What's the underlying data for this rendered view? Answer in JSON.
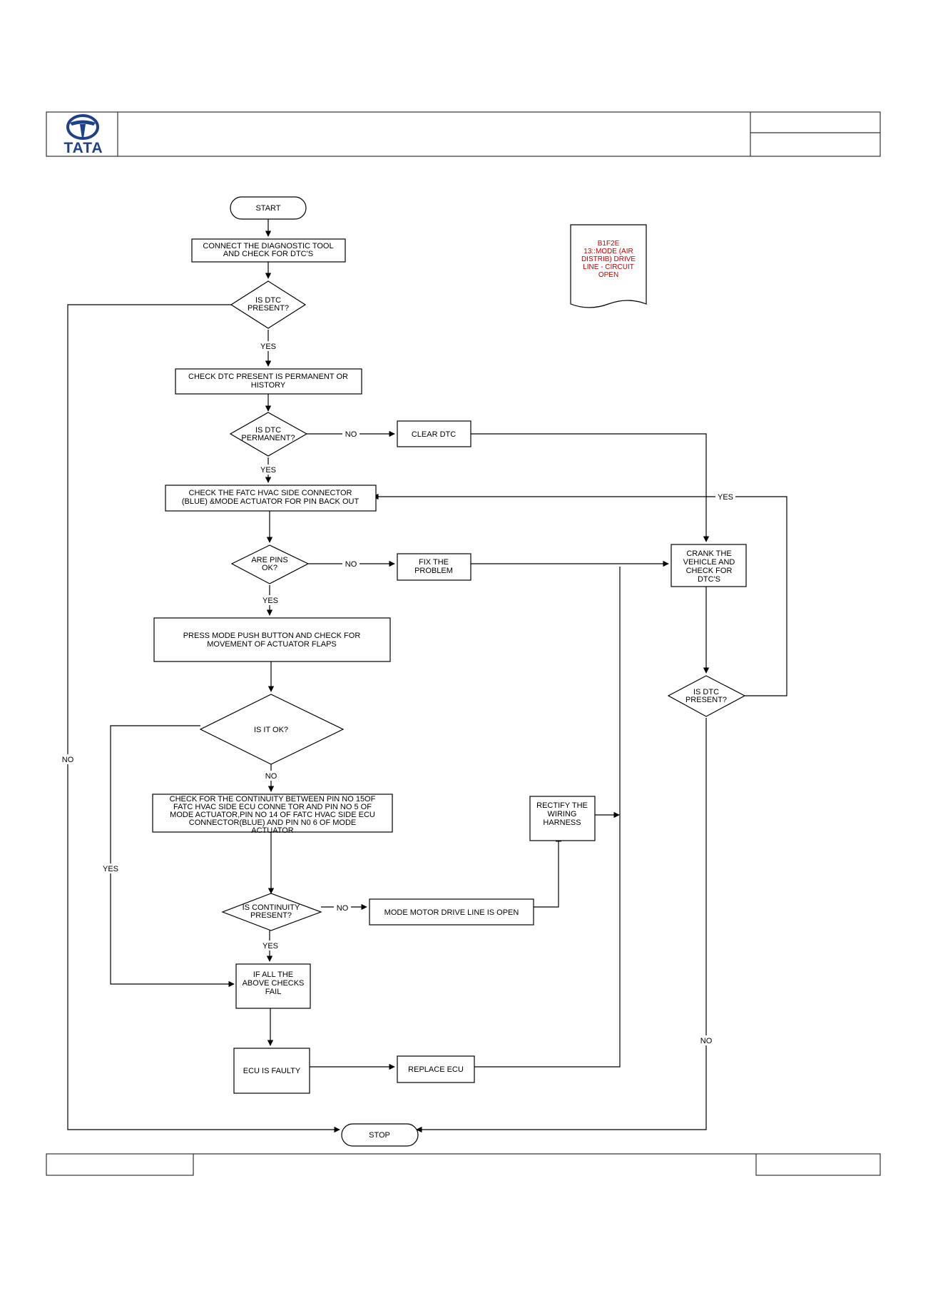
{
  "header": {
    "logo_text": "TATA"
  },
  "nodes": {
    "start": "START",
    "connect": [
      "CONNECT THE DIAGNOSTIC TOOL",
      "AND CHECK FOR DTC'S"
    ],
    "dtc_present_q": [
      "IS DTC",
      "PRESENT?"
    ],
    "check_permanent": [
      "CHECK DTC PRESENT IS PERMANENT OR",
      "HISTORY"
    ],
    "dtc_permanent_q": [
      "IS DTC",
      "PERMANENT?"
    ],
    "clear_dtc": "CLEAR DTC",
    "check_connector": [
      "CHECK THE FATC HVAC SIDE CONNECTOR",
      "(BLUE) &MODE ACTUATOR FOR PIN BACK OUT"
    ],
    "pins_ok_q": [
      "ARE PINS",
      "OK?"
    ],
    "fix_problem": [
      "FIX THE",
      "PROBLEM"
    ],
    "crank": [
      "CRANK THE",
      "VEHICLE AND",
      "CHECK FOR",
      "DTC'S"
    ],
    "press_mode": [
      "PRESS MODE PUSH BUTTON AND CHECK FOR",
      "MOVEMENT OF ACTUATOR FLAPS"
    ],
    "dtc_present_q2": [
      "IS DTC",
      "PRESENT?"
    ],
    "is_it_ok_q": "IS IT OK?",
    "continuity_check": [
      "CHECK FOR THE CONTINUITY BETWEEN PIN NO 15OF",
      "FATC HVAC SIDE ECU CONNE TOR AND PIN NO 5 OF",
      "MODE ACTUATOR,PIN NO 14 OF FATC HVAC SIDE ECU",
      "CONNECTOR(BLUE) AND   PIN N0 6 OF MODE",
      "ACTUATOR"
    ],
    "rectify": [
      "RECTIFY THE",
      "WIRING",
      "HARNESS"
    ],
    "continuity_q": [
      "IS CONTINUITY",
      "PRESENT?"
    ],
    "motor_open": "MODE MOTOR DRIVE LINE IS OPEN",
    "all_fail": [
      "IF ALL THE",
      "ABOVE CHECKS",
      "FAIL"
    ],
    "ecu_faulty": "ECU IS FAULTY",
    "replace_ecu": "REPLACE ECU",
    "stop": "STOP"
  },
  "dtc_note": [
    "B1F2E",
    "13::MODE (AIR",
    "DISTRIB) DRIVE",
    "LINE - CIRCUIT",
    "OPEN"
  ],
  "edge_labels": {
    "yes_1": "YES",
    "no_left": "NO",
    "no_clear": "NO",
    "yes_2": "YES",
    "yes_back": "YES",
    "no_fix": "NO",
    "yes_3": "YES",
    "no_ok": "NO",
    "yes_left": "YES",
    "no_motor": "NO",
    "yes_4": "YES",
    "no_right": "NO"
  },
  "colors": {
    "note_text": "#c00000",
    "logo": "#1f3f8f"
  }
}
